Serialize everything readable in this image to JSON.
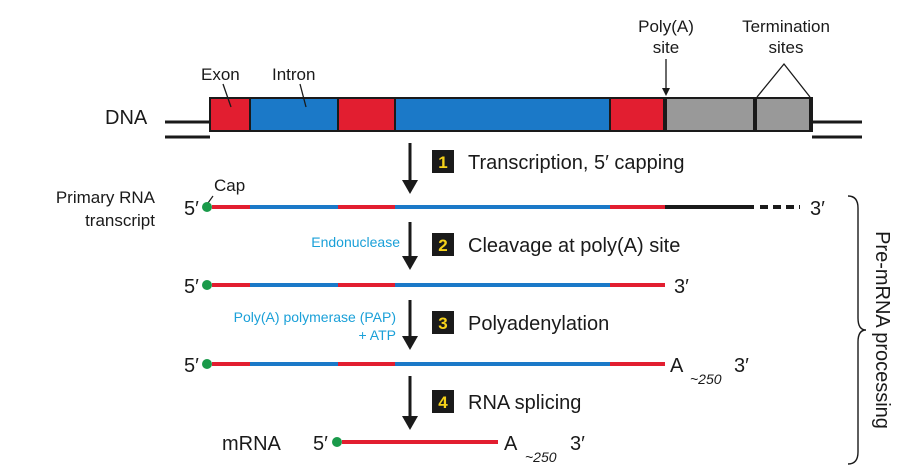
{
  "labels": {
    "dna": "DNA",
    "exon": "Exon",
    "intron": "Intron",
    "polya_site_line1": "Poly(A)",
    "polya_site_line2": "site",
    "termination_line1": "Termination",
    "termination_line2": "sites",
    "cap": "Cap",
    "primary_line1": "Primary RNA",
    "primary_line2": "transcript",
    "five_prime": "5′",
    "three_prime": "3′",
    "poly_a": "A",
    "poly_a_length": "~250",
    "mrna": "mRNA",
    "pre_mrna_processing": "Pre-mRNA processing"
  },
  "enzymes": {
    "endonuclease": "Endonuclease",
    "pap_line1": "Poly(A) polymerase (PAP)",
    "pap_line2": "+ ATP"
  },
  "steps": [
    {
      "number": "1",
      "label": "Transcription, 5′ capping"
    },
    {
      "number": "2",
      "label": "Cleavage at poly(A) site"
    },
    {
      "number": "3",
      "label": "Polyadenylation"
    },
    {
      "number": "4",
      "label": "RNA splicing"
    }
  ],
  "colors": {
    "exon": "#e21e30",
    "intron": "#1b79c8",
    "termination_region": "#999999",
    "cap": "#1a9a4a",
    "step_box": "#1a1a1a",
    "step_number": "#f6d21a",
    "enzyme_text": "#1aa0d8"
  }
}
